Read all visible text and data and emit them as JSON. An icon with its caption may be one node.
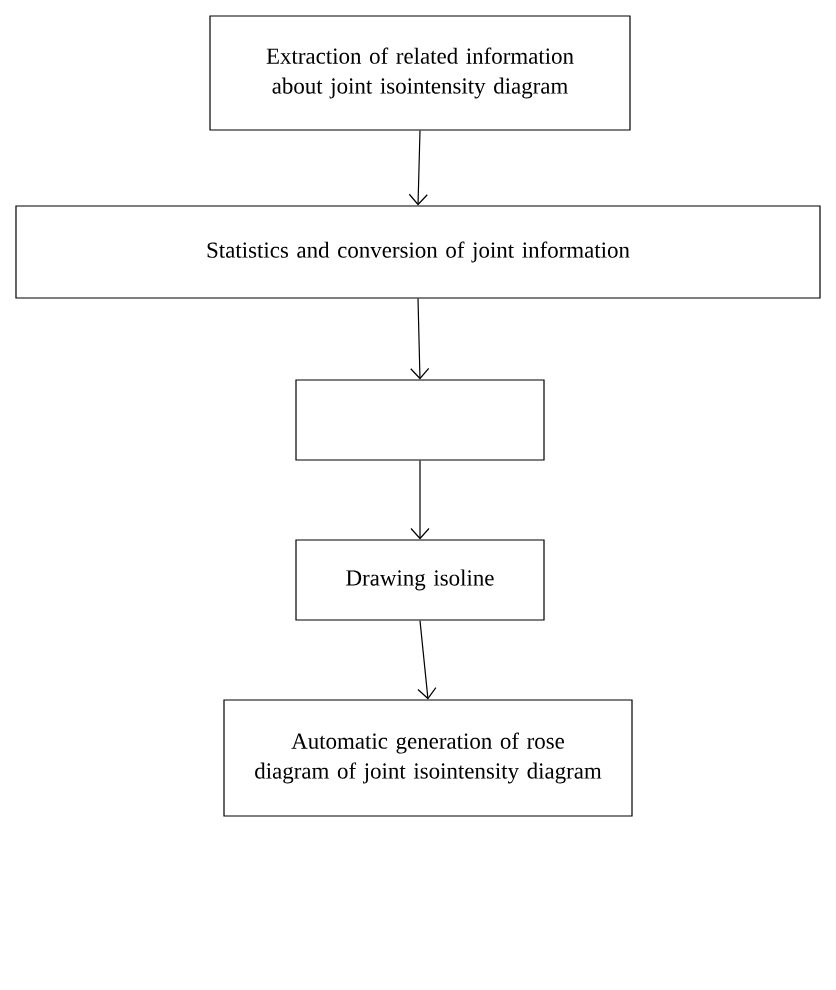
{
  "diagram": {
    "nodes": [
      {
        "text": [
          "Extraction of related information about joint isointensity diagram"
        ]
      },
      {
        "text": [
          "Statistics and conversion of joint information"
        ]
      },
      {
        "text": [],
        "shape": "box"
      },
      {
        "text": [
          "Drawing isoline"
        ]
      },
      {
        "text": [
          "Automatic generation of rose diagram of joint isointensity diagram"
        ]
      }
    ],
    "edges": [
      {
        "from": 0,
        "to": 1,
        "arrow": "to"
      },
      {
        "from": 1,
        "to": 2,
        "arrow": "to"
      },
      {
        "from": 2,
        "to": 3,
        "arrow": "to"
      },
      {
        "from": 3,
        "to": 4,
        "arrow": "to"
      }
    ]
  }
}
